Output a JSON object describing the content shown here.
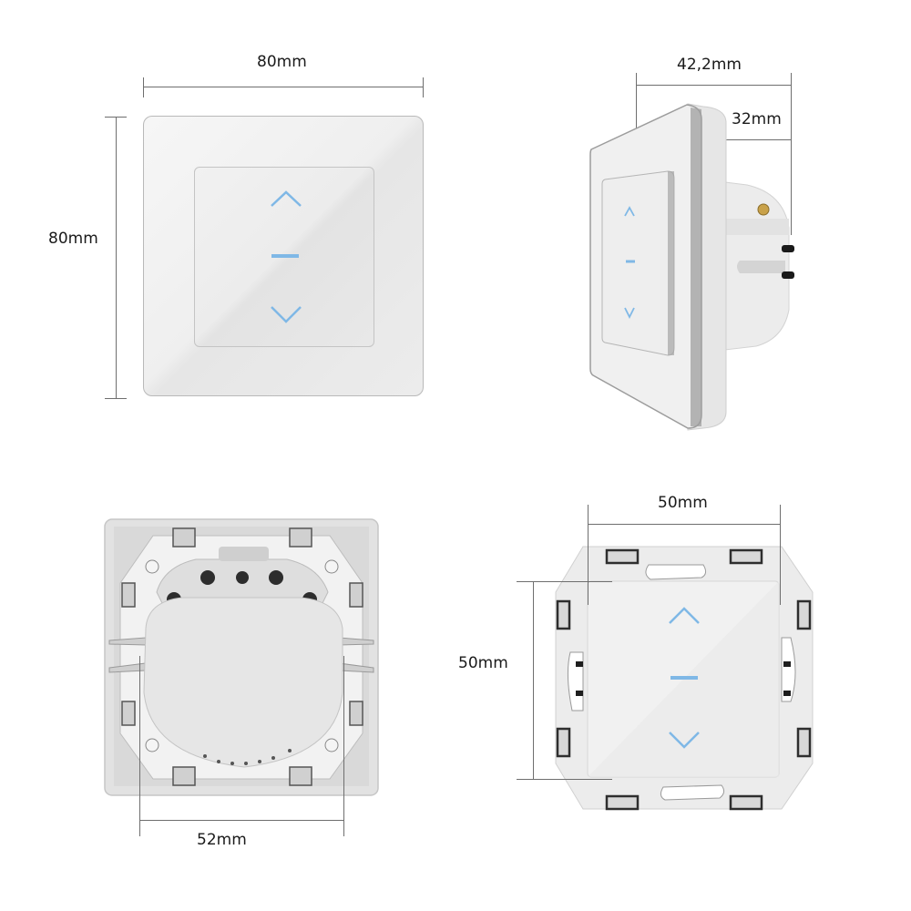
{
  "diagram": {
    "subject": "Curtain / blind touch switch dimension drawing",
    "views": [
      {
        "id": "front",
        "name": "Front view",
        "dimensions": {
          "width": "80mm",
          "height": "80mm"
        },
        "touch_icons": [
          "chevron-up",
          "pause-bar",
          "chevron-down"
        ]
      },
      {
        "id": "side",
        "name": "Side view",
        "dimensions": {
          "total_depth": "42,2mm",
          "box_depth": "32mm"
        },
        "touch_icons": [
          "chevron-up",
          "pause-bar",
          "chevron-down"
        ]
      },
      {
        "id": "back",
        "name": "Back view",
        "dimensions": {
          "module_width": "52mm"
        },
        "terminal_count": 5
      },
      {
        "id": "module",
        "name": "Module front view (frame removed)",
        "dimensions": {
          "width": "50mm",
          "height": "50mm"
        },
        "touch_icons": [
          "chevron-up",
          "pause-bar",
          "chevron-down"
        ]
      }
    ]
  },
  "labels": {
    "front_width": "80mm",
    "front_height": "80mm",
    "side_total_depth": "42,2mm",
    "side_box_depth": "32mm",
    "back_module_width": "52mm",
    "module_width": "50mm",
    "module_height": "50mm"
  },
  "colors": {
    "background": "#ffffff",
    "panel": "#efefef",
    "panel_edge": "#b5b5b5",
    "icon_blue": "#7fb8e6",
    "dimension_line": "#6e6e6e",
    "text": "#1a1a1a",
    "bracket_metal": "#dcdcdc",
    "clip_dark": "#3a3a3a",
    "brass": "#c9a24a"
  }
}
